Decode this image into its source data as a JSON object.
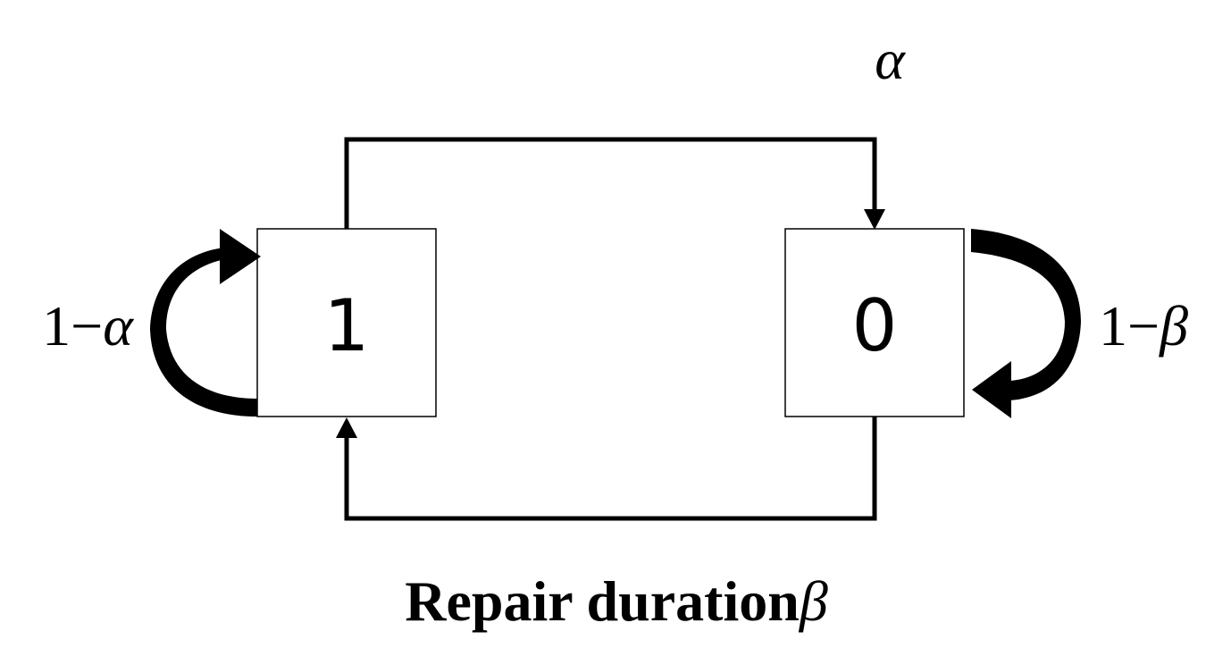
{
  "states": {
    "left": "1",
    "right": "0"
  },
  "labels": {
    "top_transition": "α",
    "left_self_loop": {
      "prefix": "1−",
      "symbol": "α"
    },
    "right_self_loop": {
      "prefix": "1−",
      "symbol": "β"
    },
    "bottom_transition": {
      "text": "Repair duration",
      "symbol": "β"
    }
  }
}
